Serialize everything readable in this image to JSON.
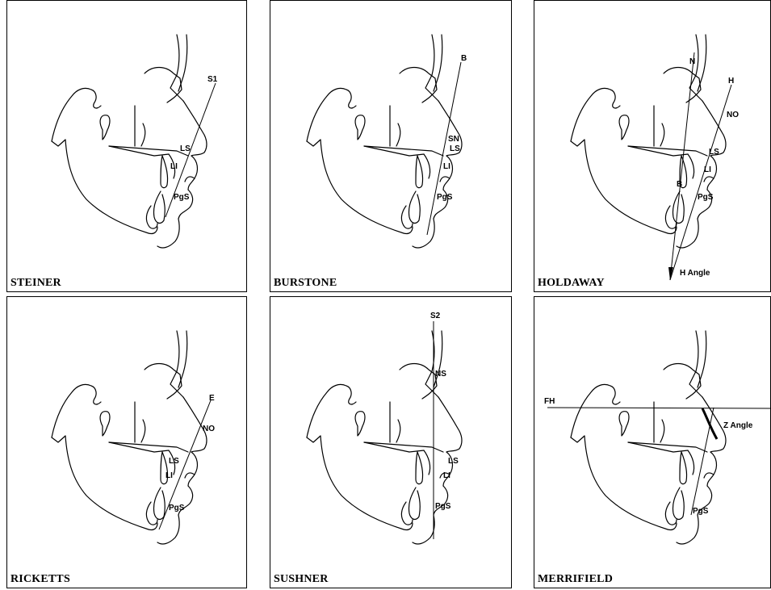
{
  "panels": [
    {
      "title": "STEINER",
      "line_label": "S1",
      "labels": {
        "ls": "LS",
        "li": "LI",
        "ps": "PgS"
      }
    },
    {
      "title": "BURSTONE",
      "line_label": "B",
      "labels": {
        "sn": "SN",
        "ls": "LS",
        "li": "LI",
        "ps": "PgS"
      }
    },
    {
      "title": "HOLDAWAY",
      "line_label": "H",
      "labels": {
        "n": "N",
        "no": "NO",
        "ls": "LS",
        "li": "LI",
        "b": "B",
        "ps": "PgS",
        "angle": "H Angle"
      }
    },
    {
      "title": "RICKETTS",
      "line_label": "E",
      "labels": {
        "no": "NO",
        "ls": "LS",
        "li": "LI",
        "ps": "PgS"
      }
    },
    {
      "title": "SUSHNER",
      "line_label": "S2",
      "labels": {
        "ns": "NS",
        "ls": "LS",
        "li": "LI",
        "ps": "PgS"
      }
    },
    {
      "title": "MERRIFIELD",
      "line_label": "FH",
      "labels": {
        "angle": "Z Angle",
        "ps": "PgS"
      }
    }
  ]
}
